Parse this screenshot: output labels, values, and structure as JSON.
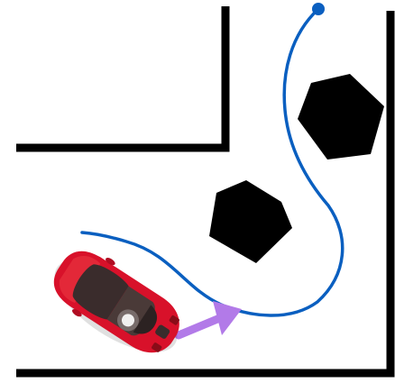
{
  "scene": {
    "background_color": "#ffffff",
    "wall_color": "#000000",
    "obstacle_color": "#000000",
    "path_color": "#0a5fc0",
    "path_start_marker_color": "#0a5fc0",
    "arrow_color": "#b27ae8",
    "vehicle": {
      "body_color": "#d8112a",
      "window_color": "#3a2c2c",
      "icon": "red-sports-car-icon"
    },
    "obstacles": [
      {
        "shape": "pentagon",
        "name": "obstacle-pentagon-upper-right"
      },
      {
        "shape": "pentagon",
        "name": "obstacle-pentagon-center"
      }
    ]
  }
}
